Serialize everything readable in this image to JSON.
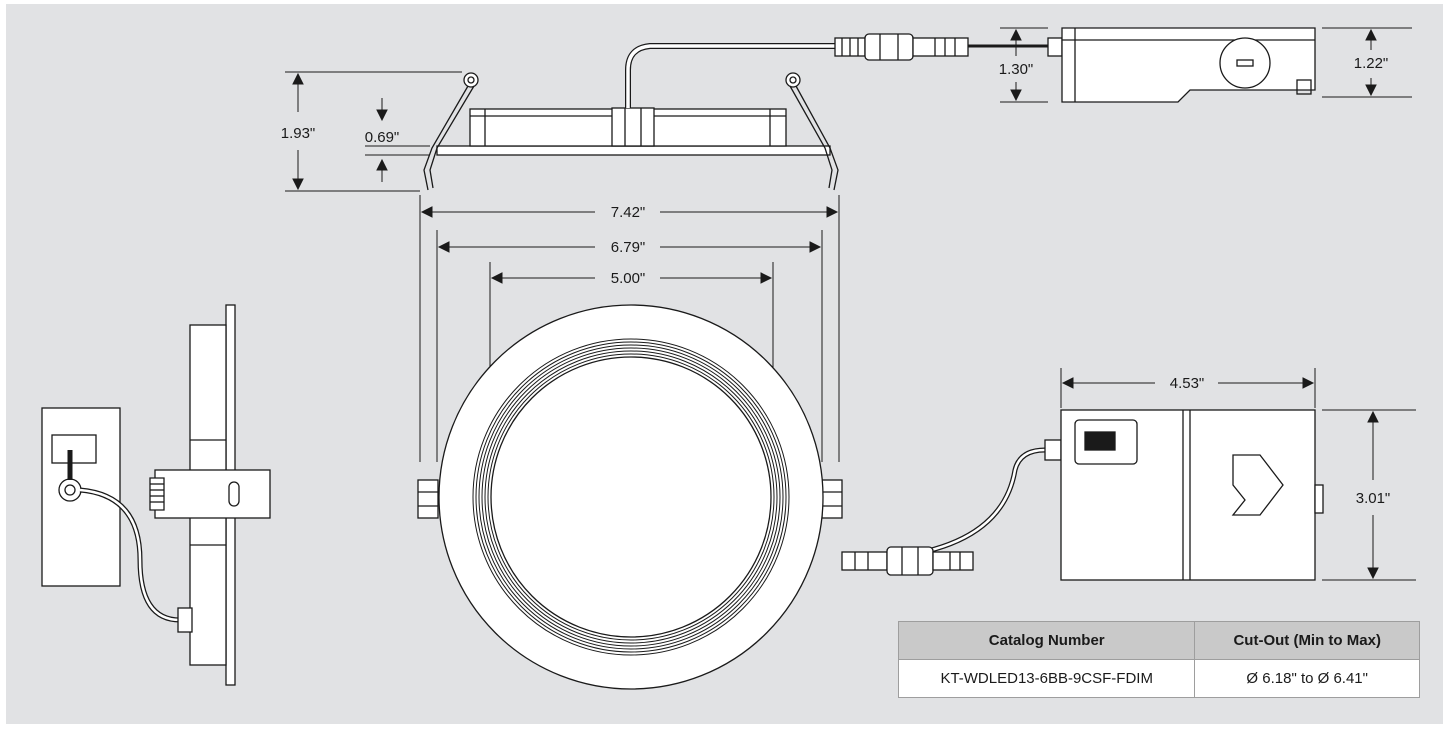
{
  "colors": {
    "background": "#e1e2e4",
    "line": "#1a1a1a",
    "table_header": "#c9c9c9",
    "table_border": "#9e9e9e"
  },
  "dimensions": {
    "top_height": "1.93\"",
    "top_trim_height": "0.69\"",
    "top_connector_height": "1.30\"",
    "driver_height": "1.22\"",
    "outer_span": "7.42\"",
    "trim_diameter": "6.79\"",
    "aperture": "5.00\"",
    "jbox_length": "4.53\"",
    "jbox_height": "3.01\""
  },
  "table": {
    "headers": [
      "Catalog Number",
      "Cut-Out (Min to Max)"
    ],
    "rows": [
      [
        "KT-WDLED13-6BB-9CSF-FDIM",
        "Ø 6.18\" to Ø 6.41\""
      ]
    ]
  }
}
